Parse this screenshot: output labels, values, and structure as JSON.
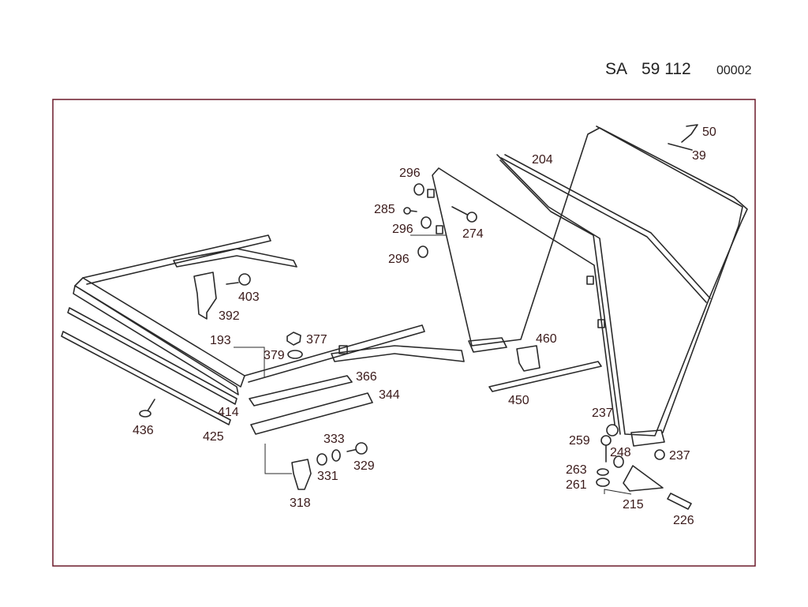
{
  "header": {
    "prefix": "SA",
    "number": "59 112",
    "code": "00002"
  },
  "colors": {
    "border": "#6b1a2a",
    "label": "#3a1a1a",
    "line": "#2a2a2a"
  },
  "parts": [
    {
      "id": "p50",
      "label": "50"
    },
    {
      "id": "p39",
      "label": "39"
    },
    {
      "id": "p204",
      "label": "204"
    },
    {
      "id": "p296a",
      "label": "296"
    },
    {
      "id": "p285",
      "label": "285"
    },
    {
      "id": "p296b",
      "label": "296"
    },
    {
      "id": "p274",
      "label": "274"
    },
    {
      "id": "p296c",
      "label": "296"
    },
    {
      "id": "p403",
      "label": "403"
    },
    {
      "id": "p392",
      "label": "392"
    },
    {
      "id": "p193",
      "label": "193"
    },
    {
      "id": "p377",
      "label": "377"
    },
    {
      "id": "p379",
      "label": "379"
    },
    {
      "id": "p366",
      "label": "366"
    },
    {
      "id": "p344",
      "label": "344"
    },
    {
      "id": "p460",
      "label": "460"
    },
    {
      "id": "p450",
      "label": "450"
    },
    {
      "id": "p414",
      "label": "414"
    },
    {
      "id": "p436",
      "label": "436"
    },
    {
      "id": "p425",
      "label": "425"
    },
    {
      "id": "p333",
      "label": "333"
    },
    {
      "id": "p329",
      "label": "329"
    },
    {
      "id": "p331",
      "label": "331"
    },
    {
      "id": "p318",
      "label": "318"
    },
    {
      "id": "p237a",
      "label": "237"
    },
    {
      "id": "p259",
      "label": "259"
    },
    {
      "id": "p248",
      "label": "248"
    },
    {
      "id": "p237b",
      "label": "237"
    },
    {
      "id": "p263",
      "label": "263"
    },
    {
      "id": "p261",
      "label": "261"
    },
    {
      "id": "p215",
      "label": "215"
    },
    {
      "id": "p226",
      "label": "226"
    }
  ]
}
